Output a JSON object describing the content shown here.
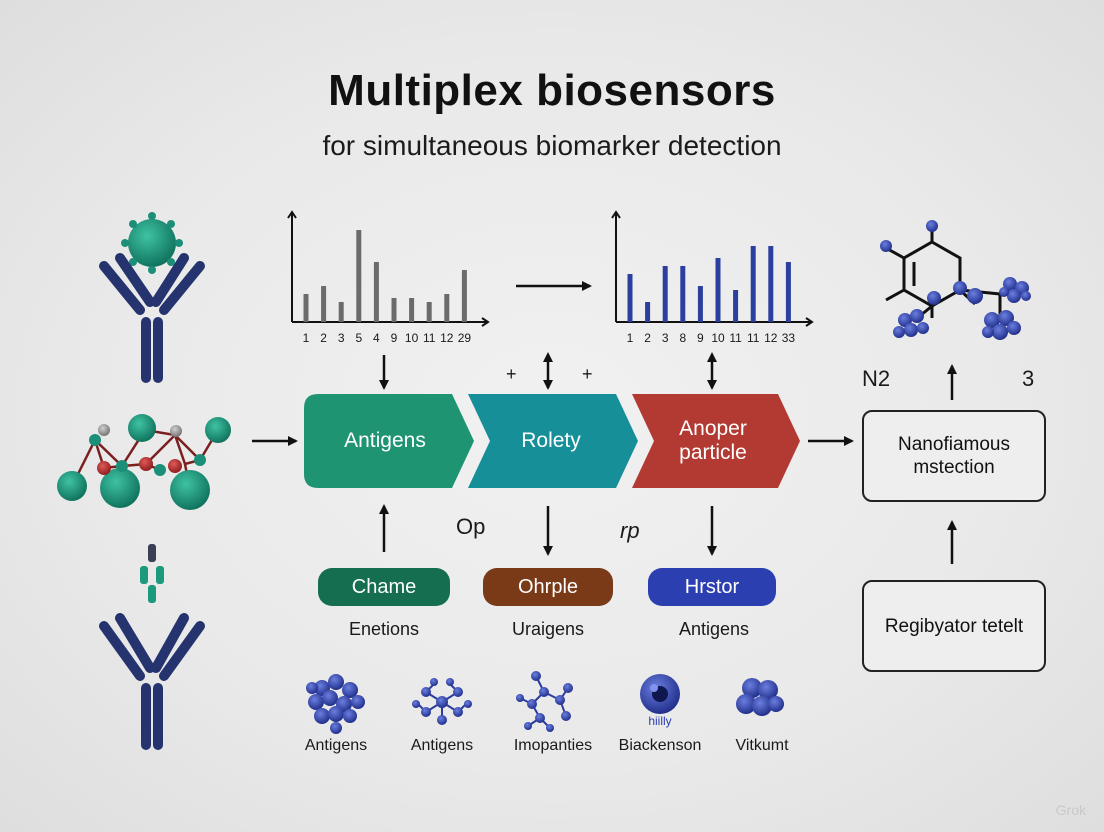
{
  "title": "Multiplex biosensors",
  "subtitle": "for simultaneous biomarker detection",
  "chart_data": [
    {
      "type": "bar",
      "categories": [
        "1",
        "2",
        "3",
        "5",
        "4",
        "9",
        "10",
        "11",
        "12",
        "29"
      ],
      "values": [
        3.5,
        4.5,
        2.5,
        11.5,
        7.5,
        3,
        3,
        2.5,
        3.5,
        6.5
      ],
      "ylim": [
        0,
        13
      ],
      "color": "#6b6b6b"
    },
    {
      "type": "bar",
      "categories": [
        "1",
        "2",
        "3",
        "8",
        "9",
        "10",
        "11",
        "11",
        "12",
        "33"
      ],
      "values": [
        6,
        2.5,
        7,
        7,
        4.5,
        8,
        4,
        9.5,
        9.5,
        7.5
      ],
      "ylim": [
        0,
        13
      ],
      "color": "#2a3f9e"
    }
  ],
  "flow": {
    "chevrons": [
      {
        "label": "Antigens",
        "color": "#1f9473"
      },
      {
        "label": "Rolety",
        "color": "#168f99"
      },
      {
        "label": "Anoper particle",
        "color": "#b33a33"
      }
    ],
    "pills": [
      {
        "label": "Chame",
        "color": "#156e4f"
      },
      {
        "label": "Ohrple",
        "color": "#7a3a18"
      },
      {
        "label": "Hrstor",
        "color": "#2c3fb0"
      }
    ],
    "pill_captions": [
      "Enetions",
      "Uraigens",
      "Antigens"
    ],
    "symbols": {
      "plus_left": "+",
      "plus_right": "+",
      "o_p": "Op",
      "r_p": "rp",
      "n2": "N2",
      "three": "3"
    },
    "boxes": {
      "detection": "Nanofiamous mstection",
      "regulator": "Regibyator tetelt"
    }
  },
  "bottom_items": [
    {
      "label": "Antigens",
      "icon": "nanoparticle-cluster-icon"
    },
    {
      "label": "Antigens",
      "icon": "molecular-network-icon"
    },
    {
      "label": "Imopanties",
      "icon": "branched-molecule-icon"
    },
    {
      "label": "Biackenson",
      "icon": "sphere-icon",
      "sub": "hiilly"
    },
    {
      "label": "Vitkumt",
      "icon": "bead-cluster-icon"
    }
  ],
  "watermark": "Grok",
  "colors": {
    "navy": "#25336e",
    "teal": "#1c8f78",
    "red": "#a3232a",
    "blue": "#2c3fb0"
  }
}
